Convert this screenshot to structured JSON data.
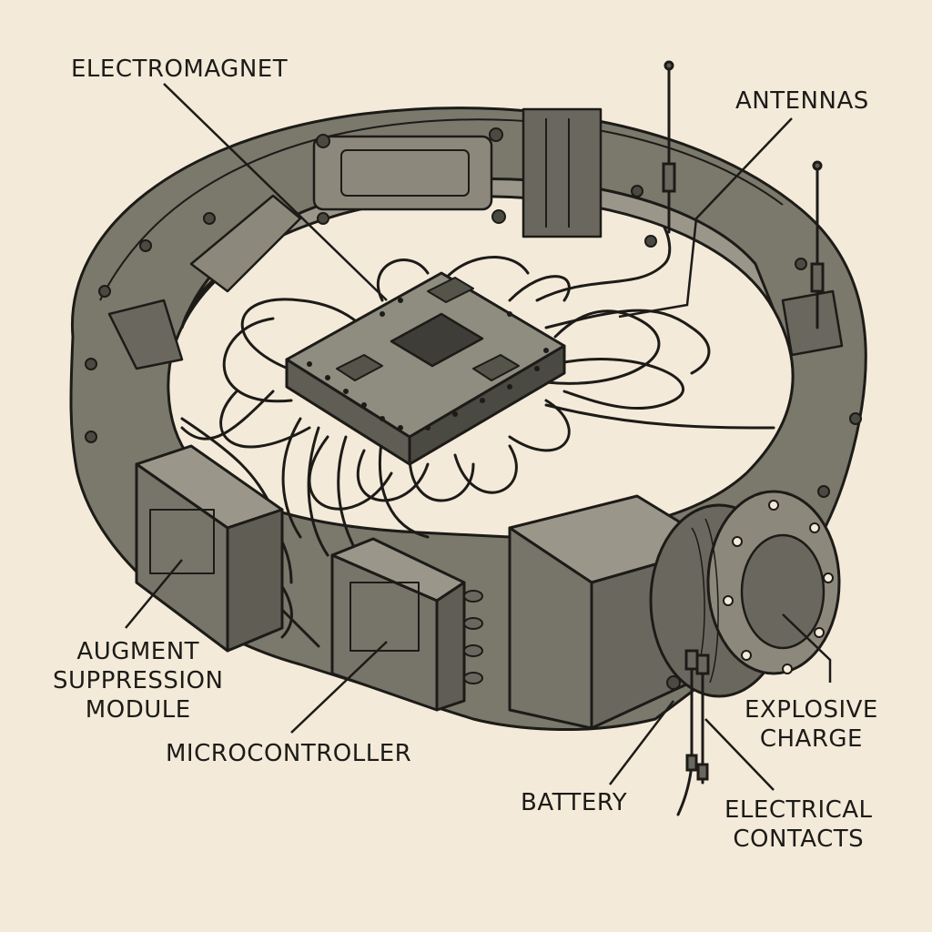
{
  "palette": {
    "background": "#f3ead9",
    "ink": "#1d1b18",
    "metal": "#77756a",
    "metal_light": "#9a978a",
    "metal_dark": "#4b4a42",
    "wire": "#5e5c52"
  },
  "labels": {
    "electromagnet": "ELECTROMAGNET",
    "antennas": "ANTENNAS",
    "augment_line1": "AUGMENT",
    "augment_line2": "SUPPRESSION",
    "augment_line3": "MODULE",
    "microcontroller": "MICROCONTROLLER",
    "explosive_line1": "EXPLOSIVE",
    "explosive_line2": "CHARGE",
    "battery": "BATTERY",
    "contacts_line1": "ELECTRICAL",
    "contacts_line2": "CONTACTS"
  }
}
